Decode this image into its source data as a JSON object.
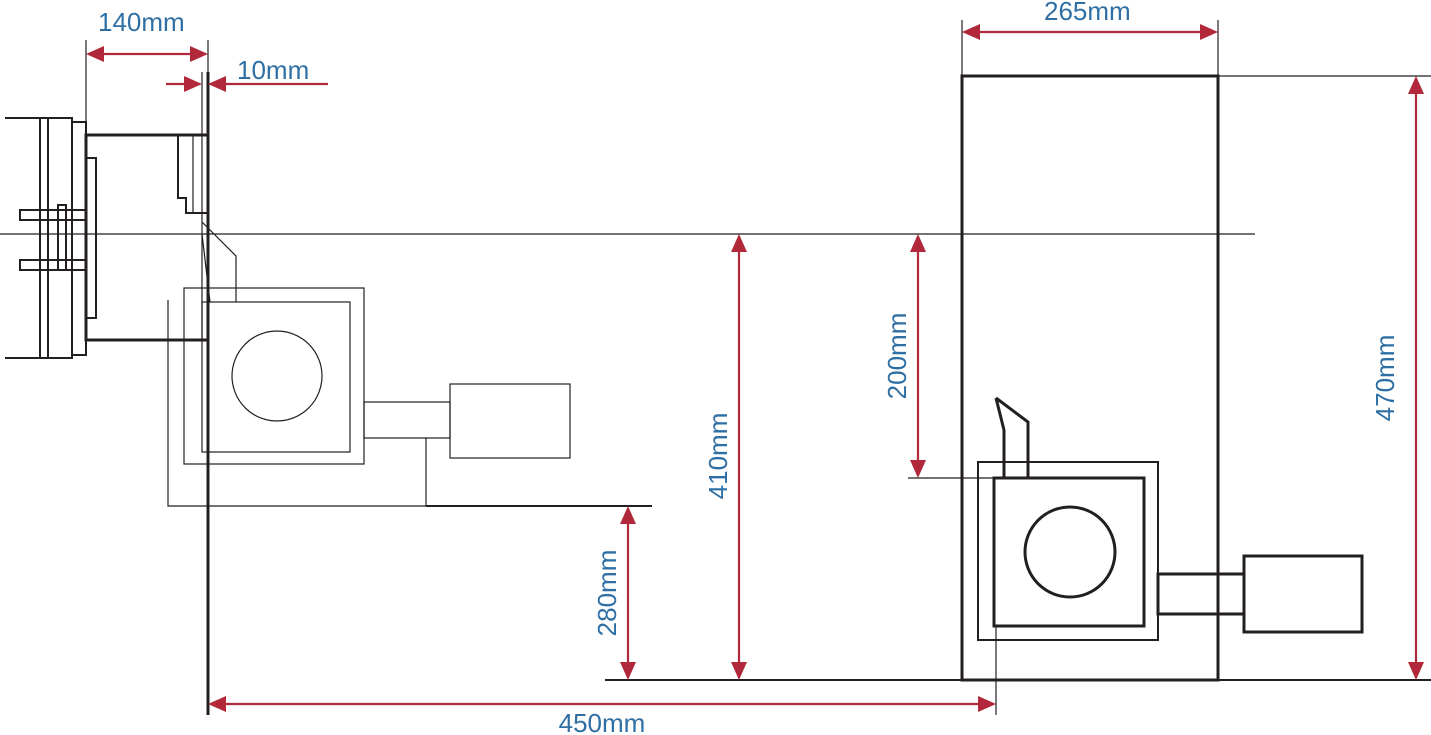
{
  "dimensions": {
    "d140": "140mm",
    "d10": "10mm",
    "d265": "265mm",
    "d200": "200mm",
    "d410": "410mm",
    "d280": "280mm",
    "d470": "470mm",
    "d450": "450mm"
  },
  "colors": {
    "line": "#231f20",
    "dimension": "#b0283a",
    "text": "#2f6fa3"
  }
}
